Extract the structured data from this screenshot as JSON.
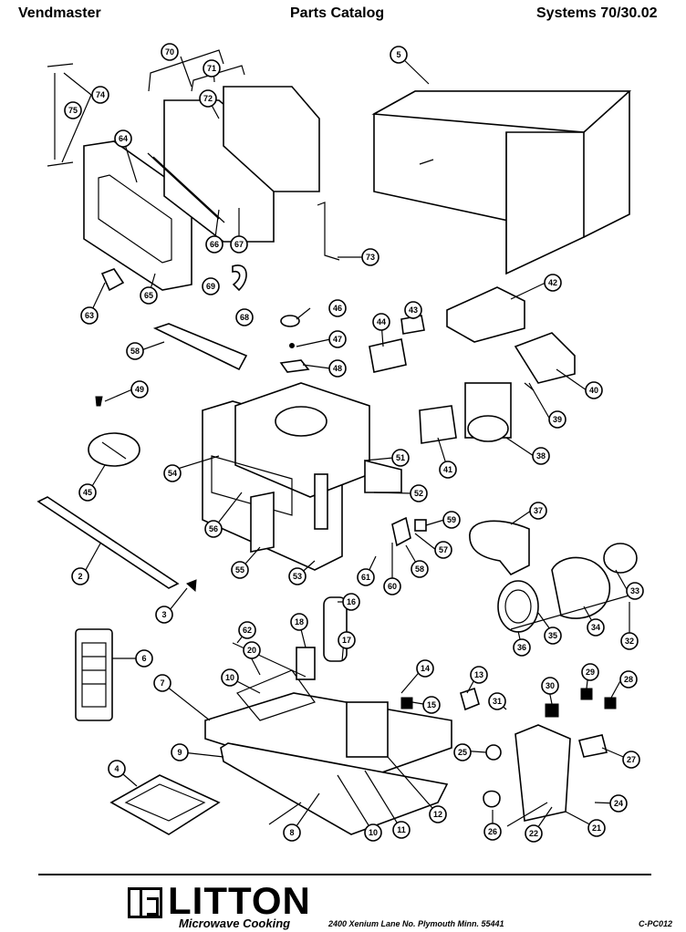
{
  "header": {
    "left": "Vendmaster",
    "center": "Parts Catalog",
    "right": "Systems  70/30.02"
  },
  "footer": {
    "brand": "LITTON",
    "sub": "Microwave Cooking",
    "address": "2400 Xenium Lane No.  Plymouth  Minn. 55441",
    "code": "C-PC012"
  },
  "callouts": [
    {
      "id": "c70",
      "label": "70"
    },
    {
      "id": "c71",
      "label": "71"
    },
    {
      "id": "c72",
      "label": "72"
    },
    {
      "id": "c74",
      "label": "74"
    },
    {
      "id": "c75",
      "label": "75"
    },
    {
      "id": "c64",
      "label": "64"
    },
    {
      "id": "c66",
      "label": "66"
    },
    {
      "id": "c67",
      "label": "67"
    },
    {
      "id": "c73",
      "label": "73"
    },
    {
      "id": "c5",
      "label": "5"
    },
    {
      "id": "c63",
      "label": "63"
    },
    {
      "id": "c65",
      "label": "65"
    },
    {
      "id": "c69",
      "label": "69"
    },
    {
      "id": "c68",
      "label": "68"
    },
    {
      "id": "c46",
      "label": "46"
    },
    {
      "id": "c47",
      "label": "47"
    },
    {
      "id": "c48",
      "label": "48"
    },
    {
      "id": "c44",
      "label": "44"
    },
    {
      "id": "c43",
      "label": "43"
    },
    {
      "id": "c42",
      "label": "42"
    },
    {
      "id": "c58",
      "label": "58"
    },
    {
      "id": "c40",
      "label": "40"
    },
    {
      "id": "c49",
      "label": "49"
    },
    {
      "id": "c39",
      "label": "39"
    },
    {
      "id": "c45",
      "label": "45"
    },
    {
      "id": "c54",
      "label": "54"
    },
    {
      "id": "c51",
      "label": "51"
    },
    {
      "id": "c38",
      "label": "38"
    },
    {
      "id": "c41",
      "label": "41"
    },
    {
      "id": "c52",
      "label": "52"
    },
    {
      "id": "c56",
      "label": "56"
    },
    {
      "id": "c59",
      "label": "59"
    },
    {
      "id": "c37",
      "label": "37"
    },
    {
      "id": "c57",
      "label": "57"
    },
    {
      "id": "c2",
      "label": "2"
    },
    {
      "id": "c55",
      "label": "55"
    },
    {
      "id": "c53",
      "label": "53"
    },
    {
      "id": "c61",
      "label": "61"
    },
    {
      "id": "c60",
      "label": "60"
    },
    {
      "id": "c58b",
      "label": "58"
    },
    {
      "id": "c33",
      "label": "33"
    },
    {
      "id": "c3",
      "label": "3"
    },
    {
      "id": "c16",
      "label": "16"
    },
    {
      "id": "c35",
      "label": "35"
    },
    {
      "id": "c34",
      "label": "34"
    },
    {
      "id": "c62",
      "label": "62"
    },
    {
      "id": "c18",
      "label": "18"
    },
    {
      "id": "c36",
      "label": "36"
    },
    {
      "id": "c32",
      "label": "32"
    },
    {
      "id": "c6",
      "label": "6"
    },
    {
      "id": "c20",
      "label": "20"
    },
    {
      "id": "c17",
      "label": "17"
    },
    {
      "id": "c14",
      "label": "14"
    },
    {
      "id": "c10",
      "label": "10"
    },
    {
      "id": "c13",
      "label": "13"
    },
    {
      "id": "c15",
      "label": "15"
    },
    {
      "id": "c30",
      "label": "30"
    },
    {
      "id": "c29",
      "label": "29"
    },
    {
      "id": "c28",
      "label": "28"
    },
    {
      "id": "c7",
      "label": "7"
    },
    {
      "id": "c31",
      "label": "31"
    },
    {
      "id": "c9",
      "label": "9"
    },
    {
      "id": "c25",
      "label": "25"
    },
    {
      "id": "c27",
      "label": "27"
    },
    {
      "id": "c4",
      "label": "4"
    },
    {
      "id": "c12",
      "label": "12"
    },
    {
      "id": "c24",
      "label": "24"
    },
    {
      "id": "c8",
      "label": "8"
    },
    {
      "id": "c10b",
      "label": "10"
    },
    {
      "id": "c11",
      "label": "11"
    },
    {
      "id": "c22",
      "label": "22"
    },
    {
      "id": "c26",
      "label": "26"
    },
    {
      "id": "c21",
      "label": "21"
    }
  ]
}
